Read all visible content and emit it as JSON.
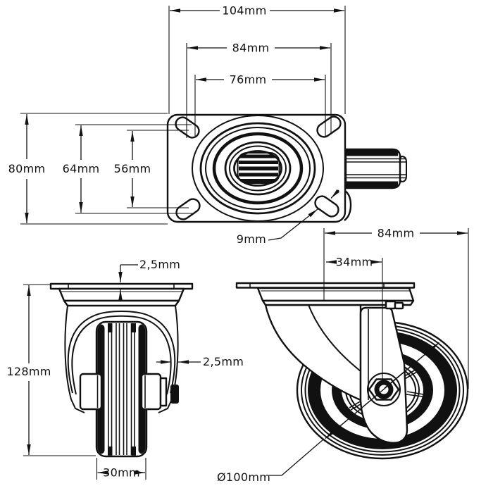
{
  "drawing": {
    "description": "Three-view technical drawing of a swivel plate caster wheel",
    "colors": {
      "line": "#111111",
      "background": "#ffffff"
    },
    "top_view": {
      "dims": {
        "overall_width": "104mm",
        "bolt_spacing_width": "84mm",
        "slot_inner_width": "76mm",
        "overall_depth": "80mm",
        "bolt_spacing_depth": "64mm",
        "slot_inner_depth": "56mm",
        "bolt_hole_width": "9mm"
      }
    },
    "front_view": {
      "dims": {
        "plate_thickness": "2,5mm",
        "overall_height": "128mm",
        "fork_thickness": "2,5mm",
        "wheel_width": "30mm"
      }
    },
    "side_view": {
      "dims": {
        "plate_length": "84mm",
        "swivel_offset": "34mm",
        "wheel_diameter": "Ø100mm"
      }
    }
  }
}
